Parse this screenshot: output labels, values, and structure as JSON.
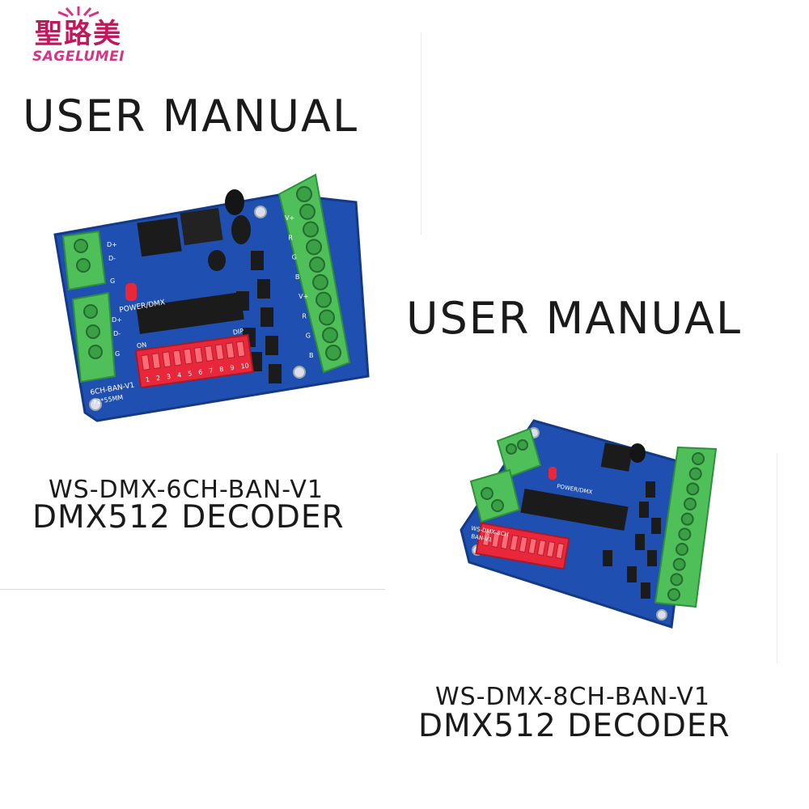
{
  "brand": {
    "name_cn": "聖路美",
    "name_en": "SAGELUMEI",
    "colors": {
      "primary": "#c2185b",
      "secondary": "#d63384"
    }
  },
  "left_panel": {
    "heading": "USER MANUAL",
    "model": "WS-DMX-6CH-BAN-V1",
    "product": "DMX512 DECODER",
    "board": {
      "dip_on_label": "ON",
      "dip_label": "DIP",
      "dip_numbers": [
        "1",
        "2",
        "3",
        "4",
        "5",
        "6",
        "7",
        "8",
        "9",
        "10"
      ],
      "silkscreen_power": "POWER/DMX",
      "silkscreen_model": "6CH-BAN-V1",
      "silkscreen_size": "72*55MM",
      "left_pins": [
        "D+",
        "D-",
        "G",
        "D+",
        "D-",
        "G"
      ],
      "right_pins": [
        "V+",
        "R",
        "G",
        "B",
        "V+",
        "R",
        "G",
        "B"
      ]
    }
  },
  "right_panel": {
    "heading": "USER MANUAL",
    "model": "WS-DMX-8CH-BAN-V1",
    "product": "DMX512 DECODER",
    "board": {
      "silkscreen_power": "POWER/DMX",
      "silkscreen_model": "WS-DMX-8CH",
      "silkscreen_model2": "BAN-V1"
    }
  },
  "colors": {
    "pcb_blue": "#1f4fb0",
    "pcb_edge": "#143a85",
    "terminal_green": "#4fbf5a",
    "terminal_dark": "#2f8f3c",
    "dip_red": "#e8283a",
    "chip_black": "#1b1b1b"
  }
}
